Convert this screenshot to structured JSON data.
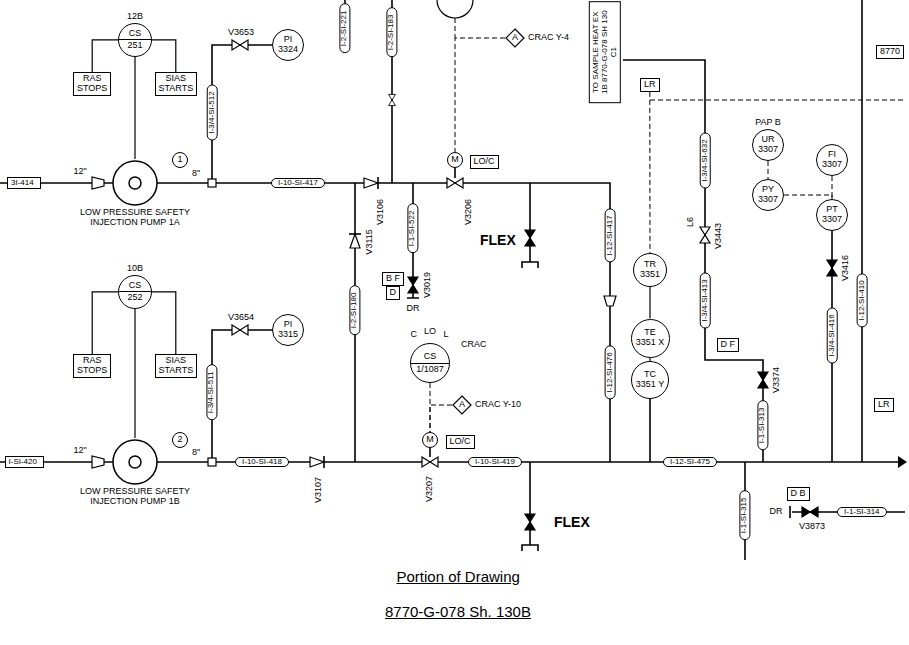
{
  "diagram": {
    "caption": "Portion of Drawing",
    "nodes": [
      {
        "text": [
          "12B",
          "CS",
          "251"
        ]
      },
      {
        "text": [
          "RAS STOPS"
        ]
      },
      {
        "text": [
          "SIAS STARTS"
        ]
      },
      {
        "text": [
          "3I-414"
        ]
      },
      {
        "text": [
          "LOW PRESSURE SAFETY INJECTION PUMP 1A"
        ]
      },
      {
        "text": [
          "1"
        ]
      },
      {
        "text": [
          "I-3/4-SI-512"
        ]
      },
      {
        "text": [
          "PI",
          "3324"
        ]
      },
      {
        "text": [
          "I-2-SI-221"
        ]
      },
      {
        "text": [
          "I-2-SI-183"
        ]
      },
      {
        "text": [
          "I-10-SI-417"
        ]
      },
      {
        "text": [
          "M"
        ]
      },
      {
        "text": [
          "LO/C"
        ]
      },
      {
        "text": [
          "A",
          "CRAC Y-4"
        ]
      },
      {
        "text": [
          "TO SAMPLE HEAT EX 1B 8770-G-078 SH 130 C1"
        ]
      },
      {
        "text": [
          "I-1-SI-522"
        ]
      },
      {
        "text": [
          "B F"
        ]
      },
      {
        "text": [
          "D"
        ]
      },
      {
        "text": [
          "I-2-SI-180"
        ]
      },
      {
        "text": [
          "I-12-SI-417"
        ]
      },
      {
        "text": [
          "I-12-SI-476"
        ]
      },
      {
        "text": [
          "LR"
        ]
      },
      {
        "text": [
          "TR",
          "3351"
        ]
      },
      {
        "text": [
          "TE",
          "3351 X"
        ]
      },
      {
        "text": [
          "TC",
          "3351 Y"
        ]
      },
      {
        "text": [
          "I-3/4-SI-632"
        ]
      },
      {
        "text": [
          "PAP B",
          "UR",
          "3307"
        ]
      },
      {
        "text": [
          "PY",
          "3307"
        ]
      },
      {
        "text": [
          "FI",
          "3307"
        ]
      },
      {
        "text": [
          "PT",
          "3307"
        ]
      },
      {
        "text": [
          "I-3/4-SI-413"
        ]
      },
      {
        "text": [
          "D F"
        ]
      },
      {
        "text": [
          "I-1-SI-313"
        ]
      },
      {
        "text": [
          "I-3/4-SI-416"
        ]
      },
      {
        "text": [
          "8770"
        ]
      },
      {
        "text": [
          "I-12-SI-410"
        ]
      },
      {
        "text": [
          "LR"
        ]
      },
      {
        "text": [
          "10B",
          "CS",
          "252"
        ]
      },
      {
        "text": [
          "RAS STOPS"
        ]
      },
      {
        "text": [
          "SIAS STARTS"
        ]
      },
      {
        "text": [
          "I-SI-420"
        ]
      },
      {
        "text": [
          "LOW PRESSURE SAFETY INJECTION PUMP 1B"
        ]
      },
      {
        "text": [
          "2"
        ]
      },
      {
        "text": [
          "I-3/4-SI-511"
        ]
      },
      {
        "text": [
          "PI",
          "3315"
        ]
      },
      {
        "text": [
          "I-10-SI-418"
        ]
      },
      {
        "text": [
          "CS",
          "1/1087"
        ]
      },
      {
        "text": [
          "A",
          "CRAC Y-10"
        ]
      },
      {
        "text": [
          "M"
        ]
      },
      {
        "text": [
          "LO/C"
        ]
      },
      {
        "text": [
          "I-10-SI-419"
        ]
      },
      {
        "text": [
          "I-12-SI-475"
        ]
      },
      {
        "text": [
          "I-1-SI-315"
        ]
      },
      {
        "text": [
          "D B"
        ]
      },
      {
        "text": [
          "I-1-SI-314"
        ]
      }
    ],
    "edges": [
      {
        "from": 0,
        "to": 1,
        "arrow": "none"
      },
      {
        "from": 0,
        "to": 2,
        "arrow": "none"
      },
      {
        "from": 0,
        "to": 4,
        "arrow": "none"
      },
      {
        "from": 13,
        "to": 11,
        "arrow": "none"
      },
      {
        "from": 21,
        "to": 22,
        "arrow": "none"
      },
      {
        "from": 22,
        "to": 23,
        "arrow": "none"
      },
      {
        "from": 23,
        "to": 24,
        "arrow": "none"
      },
      {
        "from": 26,
        "to": 27,
        "arrow": "none"
      },
      {
        "from": 27,
        "to": 29,
        "arrow": "none"
      },
      {
        "from": 28,
        "to": 29,
        "arrow": "none"
      },
      {
        "from": 37,
        "to": 38,
        "arrow": "none"
      },
      {
        "from": 37,
        "to": 39,
        "arrow": "none"
      },
      {
        "from": 37,
        "to": 41,
        "arrow": "none"
      },
      {
        "from": 46,
        "to": 48,
        "arrow": "none"
      },
      {
        "from": 47,
        "to": 48,
        "arrow": "none"
      }
    ],
    "labels": [
      "12\"",
      "8\"",
      "V3653",
      "V3106",
      "V3206",
      "V3019",
      "DR",
      "V3115",
      "FLEX",
      "L6",
      "V3443",
      "V3374",
      "V3416",
      "DR",
      "V3873",
      "12\"",
      "8\"",
      "V3654",
      "V3107",
      "V3207",
      "C",
      "LO",
      "L",
      "CRAC",
      "FLEX",
      "8770-G-078 Sh. 130B"
    ]
  }
}
